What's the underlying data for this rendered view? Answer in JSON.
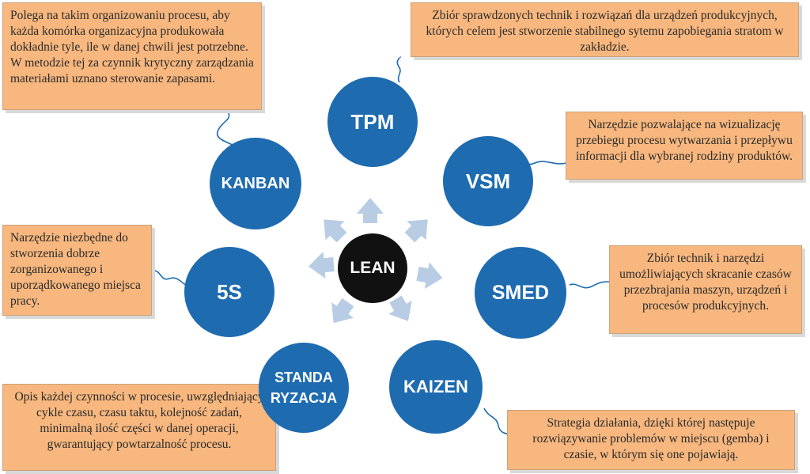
{
  "center": {
    "label": "LEAN"
  },
  "nodes": {
    "tpm": {
      "label": "TPM"
    },
    "vsm": {
      "label": "VSM"
    },
    "smed": {
      "label": "SMED"
    },
    "kaizen": {
      "label": "KAIZEN"
    },
    "standaryzacja": {
      "label": "STANDA\nRYZACJA"
    },
    "fiveS": {
      "label": "5S"
    },
    "kanban": {
      "label": "KANBAN"
    }
  },
  "descriptions": {
    "kanban": "Polega na takim organizowaniu procesu, aby każda komórka organizacyjna produkowała dokładnie tyle, ile w danej chwili jest potrzebne. W metodzie tej za czynnik krytyczny zarządzania materiałami uznano sterowanie zapasami.",
    "tpm": "Zbiór sprawdzonych technik i rozwiązań dla urządzeń produkcyjnych, których celem jest stworzenie stabilnego sytemu zapobiegania stratom w zakładzie.",
    "vsm": "Narzędzie pozwalające na wizualizację przebiegu procesu wytwarzania i przepływu informacji dla wybranej rodziny produktów.",
    "fiveS": "Narzędzie niezbędne do stworzenia dobrze zorganizowanego i uporządkowanego miejsca pracy.",
    "smed": "Zbiór technik i narzędzi umożliwiających skracanie czasów przezbrajania maszyn, urządzeń i procesów produkcyjnych.",
    "standaryzacja": "Opis każdej czynności w procesie, uwzględniający cykle czasu, czasu taktu, kolejność zadań, minimalną ilość części w danej operacji, gwarantujący powtarzalność procesu.",
    "kaizen": "Strategia działania, dzięki której następuje rozwiązywanie problemów w miejscu (gemba) i czasie, w którym się one pojawiają."
  },
  "colors": {
    "circle": "#1e6bb0",
    "center": "#111111",
    "box": "#f7b77e",
    "arrow": "#b8cce4",
    "connector": "#1e6bb0"
  }
}
